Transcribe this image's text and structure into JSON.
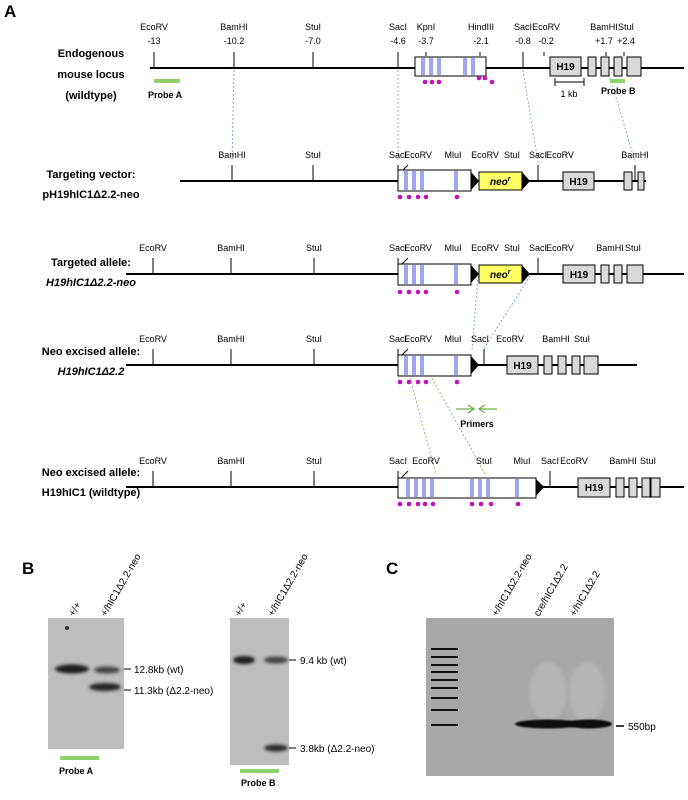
{
  "panels": {
    "a": "A",
    "b": "B",
    "c": "C"
  },
  "colors": {
    "exon_blue": "#9fa6ef",
    "dot_magenta": "#c010b8",
    "probe_green": "#8fd16a",
    "neo_yellow": "#ffff66",
    "h19_gray": "#d9d9d9",
    "dashed_blue": "#5b9bd5",
    "primer_green": "#70ad47"
  },
  "rows": [
    {
      "title": [
        "Endogenous",
        "mouse locus",
        "(wildtype)"
      ]
    },
    {
      "title": [
        "Targeting vector:",
        "pH19hIC1Δ2.2-neo"
      ]
    },
    {
      "title": [
        "Targeted allele:",
        "H19hIC1Δ2.2-neo"
      ]
    },
    {
      "title": [
        "Neo excised allele:",
        "H19hIC1Δ2.2"
      ]
    },
    {
      "title": [
        "Neo excised allele:",
        "H19hIC1 (wildtype)"
      ]
    }
  ],
  "row1": {
    "sites": [
      "EcoRV",
      "BamHI",
      "StuI",
      "SacI",
      "KpnI",
      "HindIII",
      "SacI",
      "EcoRV",
      "BamHI",
      "StuI"
    ],
    "coords": [
      "-13",
      "-10.2",
      "-7.0",
      "-4.6",
      "-3.7",
      "-2.1",
      "-0.8",
      "-0.2",
      "+1.7",
      "+2.4"
    ],
    "probe_a": "Probe A",
    "probe_b": "Probe B",
    "scale": "1 kb"
  },
  "row2": {
    "sites": [
      "BamHI",
      "StuI",
      "SacI",
      "EcoRV",
      "MluI",
      "EcoRV",
      "StuI",
      "SacI",
      "EcoRV",
      "BamHI"
    ]
  },
  "row3": {
    "sites": [
      "EcoRV",
      "BamHI",
      "StuI",
      "SacI",
      "EcoRV",
      "MluI",
      "EcoRV",
      "StuI",
      "SacI",
      "EcoRV",
      "BamHI",
      "StuI"
    ]
  },
  "row4": {
    "sites": [
      "EcoRV",
      "BamHI",
      "StuI",
      "SacI",
      "EcoRV",
      "MluI",
      "SacI",
      "EcoRV",
      "BamHI",
      "StuI"
    ],
    "primers": "Primers"
  },
  "row5": {
    "sites": [
      "EcoRV",
      "BamHI",
      "StuI",
      "SacI",
      "EcoRV",
      "StuI",
      "MluI",
      "SacI",
      "EcoRV",
      "BamHI",
      "StuI"
    ]
  },
  "genes": {
    "h19": "H19",
    "neo": "neo",
    "neo_sup": "r"
  },
  "gel1": {
    "lanes": [
      "+/+",
      "+/hIC1Δ2.2-neo"
    ],
    "bands": [
      "12.8kb  (wt)",
      "11.3kb (Δ2.2-neo)"
    ],
    "probe": "Probe A"
  },
  "gel2": {
    "lanes": [
      "+/+",
      "+/hIC1Δ2.2-neo"
    ],
    "bands": [
      "9.4 kb (wt)",
      "3.8kb (Δ2.2-neo)"
    ],
    "probe": "Probe B"
  },
  "gel3": {
    "lanes": [
      "+/hIC1Δ2.2-neo",
      "cre/hIC1Δ2.2",
      "+/hIC1Δ2.2"
    ],
    "bands": [
      "550bp"
    ]
  }
}
